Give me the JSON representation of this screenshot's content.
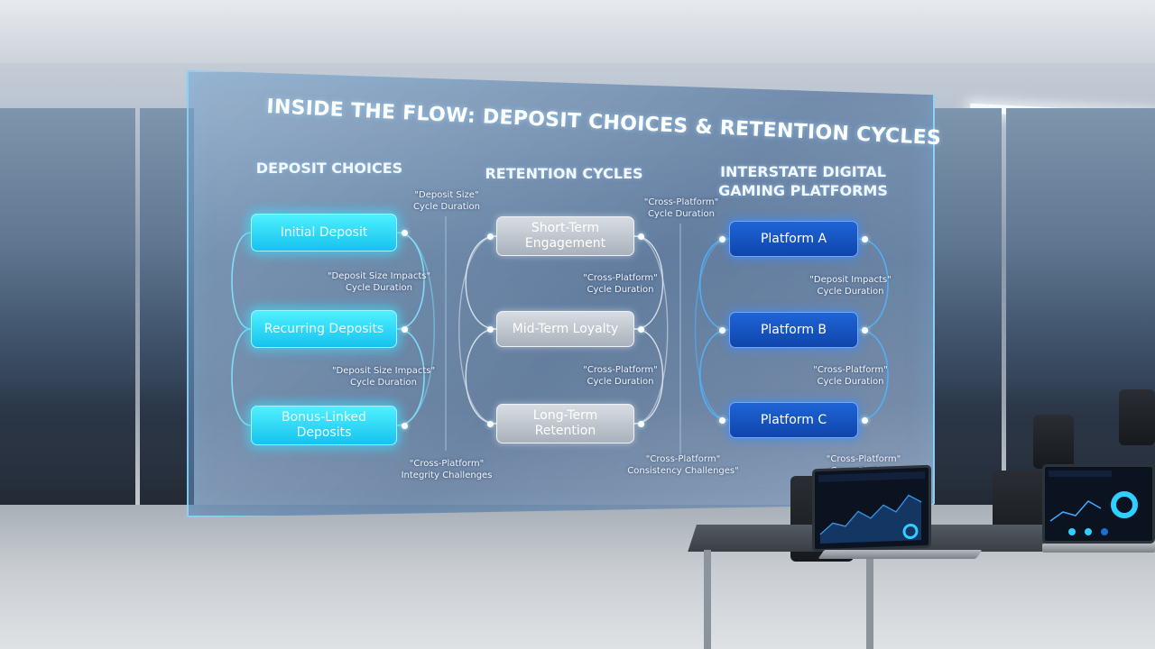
{
  "title": "INSIDE THE FLOW: DEPOSIT CHOICES & RETENTION CYCLES",
  "columns": {
    "deposit": {
      "heading": "DEPOSIT CHOICES",
      "nodes": [
        "Initial Deposit",
        "Recurring Deposits",
        "Bonus-Linked Deposits"
      ]
    },
    "retention": {
      "heading": "RETENTION CYCLES",
      "nodes": [
        "Short-Term Engagement",
        "Mid-Term Loyalty",
        "Long-Term Retention"
      ]
    },
    "platforms": {
      "heading": "INTERSTATE DIGITAL GAMING PLATFORMS",
      "nodes": [
        "Platform A",
        "Platform B",
        "Platform C"
      ]
    }
  },
  "notes": {
    "n1": "\"Deposit Size\"\nCycle Duration",
    "n2": "\"Deposit Size Impacts\"\nCycle Duration",
    "n3": "\"Deposit Size Impacts\"\nCycle Duration",
    "n4": "\"Cross-Platform\"\nIntegrity Challenges",
    "n5": "\"Cross-Platform\"\nCycle Duration",
    "n6": "\"Cross-Platform\"\nCycle Duration",
    "n7": "\"Cross-Platform\"\nCycle Duration",
    "n8": "\"Cross-Platform\"\nConsistency Challenges\"",
    "n9": "\"Deposit Impacts\"\nCycle Duration",
    "n10": "\"Cross-Platform\"\nCycle Duration",
    "n11": "\"Cross-Platform\"\nCross-Platform"
  },
  "colors": {
    "deposit_node": "#16c2ee",
    "retention_node": "#a9b1bb",
    "platform_node": "#0f45ab",
    "screen_border": "#8cdcff"
  }
}
